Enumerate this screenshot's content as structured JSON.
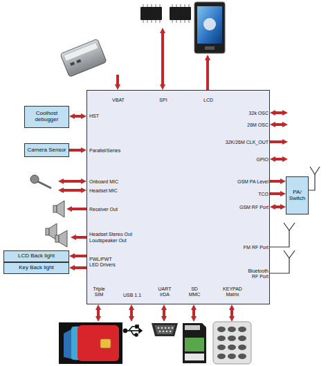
{
  "diagram": {
    "nodes": [
      {
        "text": [
          "VBAT",
          "SPI",
          "LCD",
          "HST",
          "Parallel/Series",
          "Onboard MIC",
          "Headset MIC",
          "Receiver Out",
          "Headset Stereo Out",
          "Loudspeaker Out",
          "PWL/PWT LED Drivers",
          "32k OSC",
          "26M OSC",
          "32K/26M CLK_OUT",
          "GPIO",
          "GSM PA Level",
          "TCO",
          "GSM RF Port",
          "FM RF Port",
          "Bluetooth RF Port",
          "Triple SIM",
          "USB 1.1",
          "UART IrDA",
          "SD MMC",
          "KEYPAD Matrix"
        ]
      },
      {
        "text": [
          "Coolhost debugger"
        ]
      },
      {
        "text": [
          "Camera Sensor"
        ]
      },
      {
        "text": [
          "LCD Back light"
        ]
      },
      {
        "text": [
          "Key Back light"
        ]
      },
      {
        "text": [
          "PA/ Switch"
        ]
      }
    ],
    "edges": [
      {
        "from": 1,
        "to": 0,
        "arrow": "both"
      },
      {
        "from": 2,
        "to": 0,
        "arrow": "to"
      },
      {
        "from": 0,
        "to": 3,
        "arrow": "to"
      },
      {
        "from": 0,
        "to": 4,
        "arrow": "to"
      },
      {
        "from": 0,
        "to": 5,
        "arrow": "to"
      },
      {
        "from": 0,
        "to": 5,
        "arrow": "to"
      },
      {
        "from": 0,
        "to": 5,
        "arrow": "both"
      }
    ]
  }
}
